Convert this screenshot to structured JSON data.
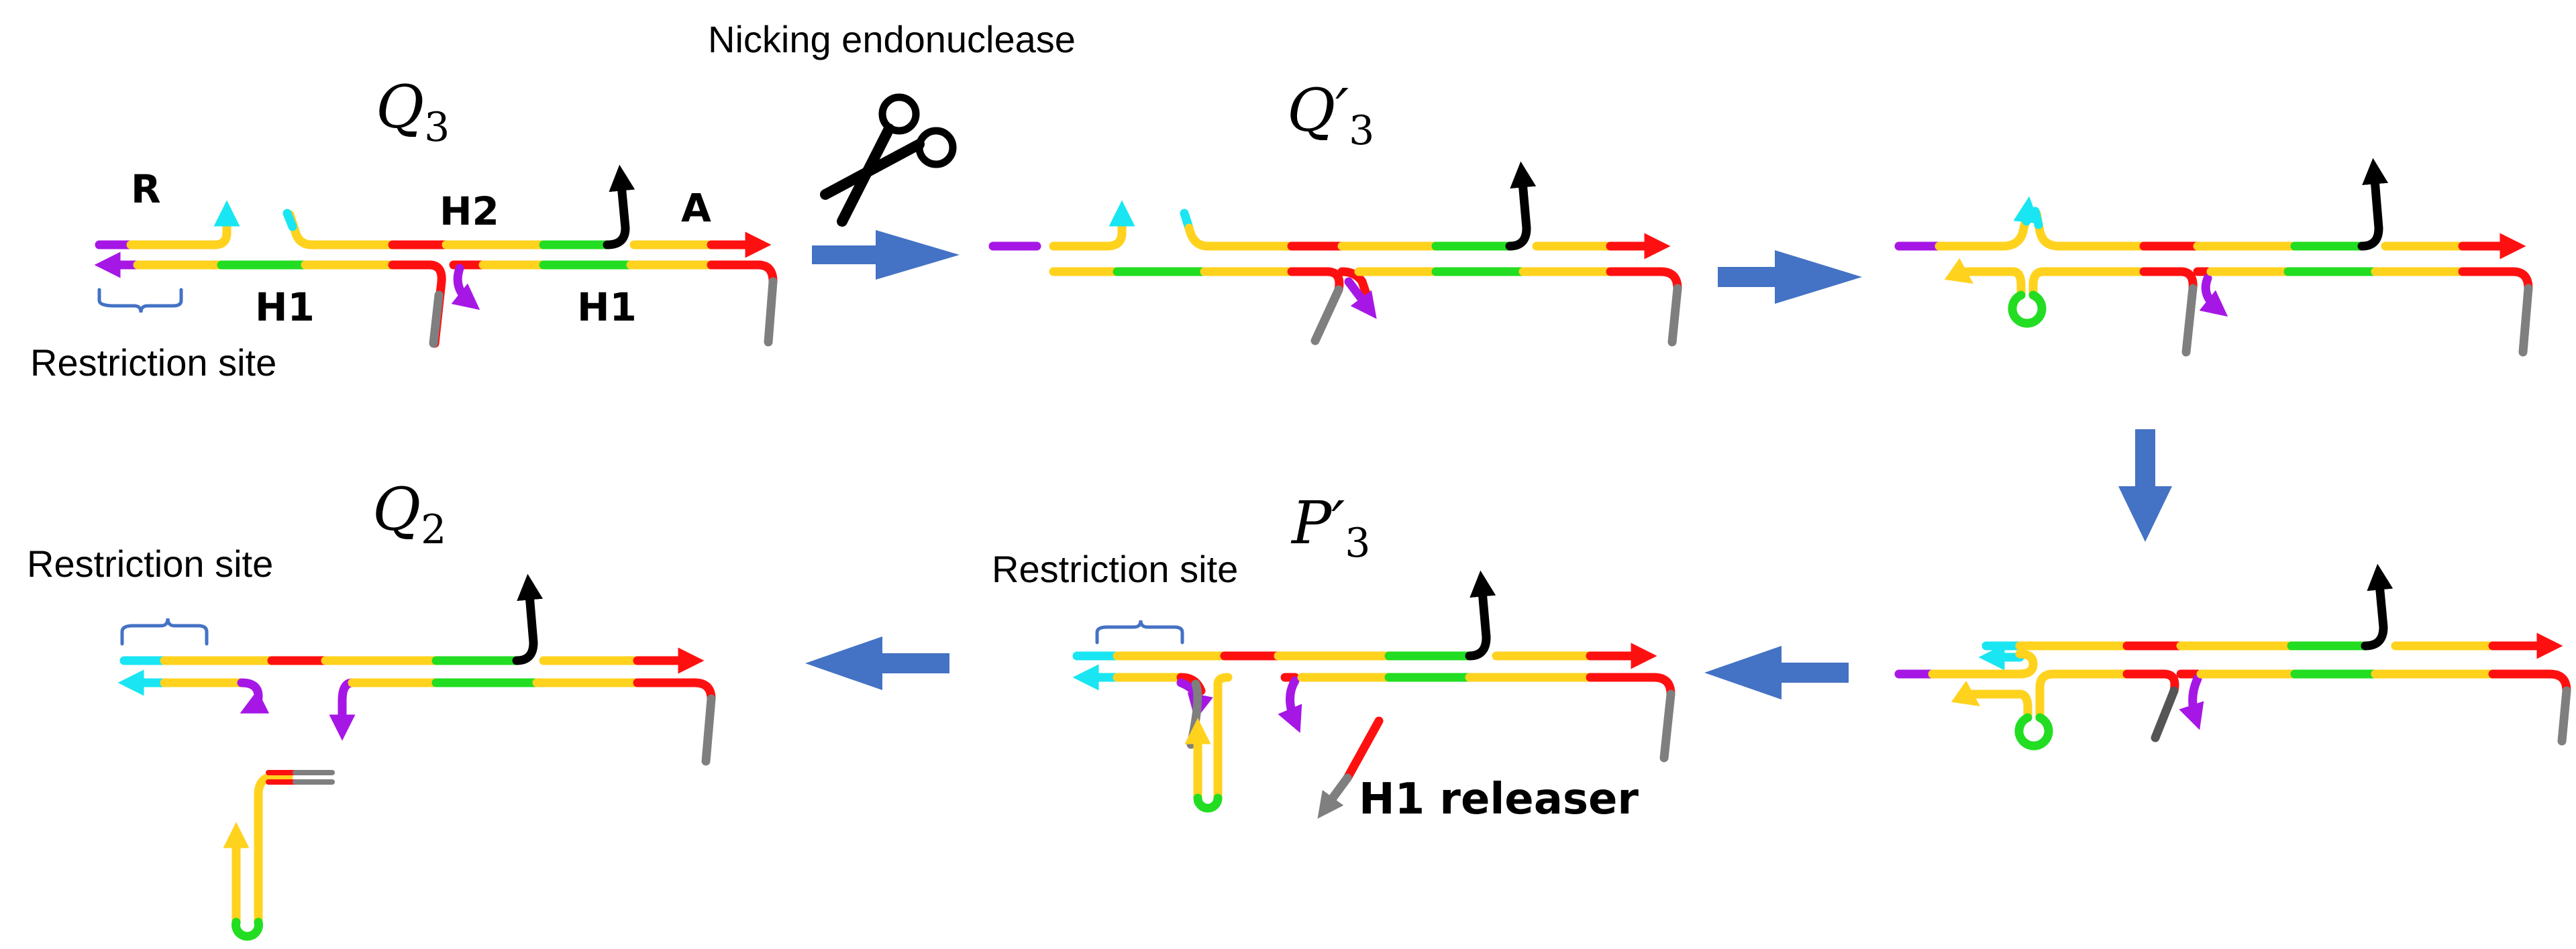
{
  "colors": {
    "yellow": "#FFD21E",
    "red": "#FF1010",
    "green": "#22DD22",
    "purple": "#A617E6",
    "cyan": "#19E6F2",
    "gray": "#7F7F7F",
    "black": "#000000",
    "arrow_blue": "#4472C4",
    "brace_blue": "#4472C4"
  },
  "labels": {
    "enzyme": "Nicking endonuclease",
    "restriction_site": "Restriction site",
    "h1_releaser": "H1 releaser"
  },
  "states": {
    "q3": {
      "base": "Q",
      "prime": "",
      "sub": "3"
    },
    "q3p": {
      "base": "Q",
      "prime": "′",
      "sub": "3"
    },
    "p3p": {
      "base": "P",
      "prime": "′",
      "sub": "3"
    },
    "q2": {
      "base": "Q",
      "prime": "",
      "sub": "2"
    }
  },
  "segments": {
    "r": "R",
    "h2": "H2",
    "a": "A",
    "h1_left": "H1",
    "h1_right": "H1"
  },
  "icons": [
    "scissors-icon",
    "right-arrow-icon",
    "down-arrow-icon",
    "left-arrow-icon"
  ]
}
